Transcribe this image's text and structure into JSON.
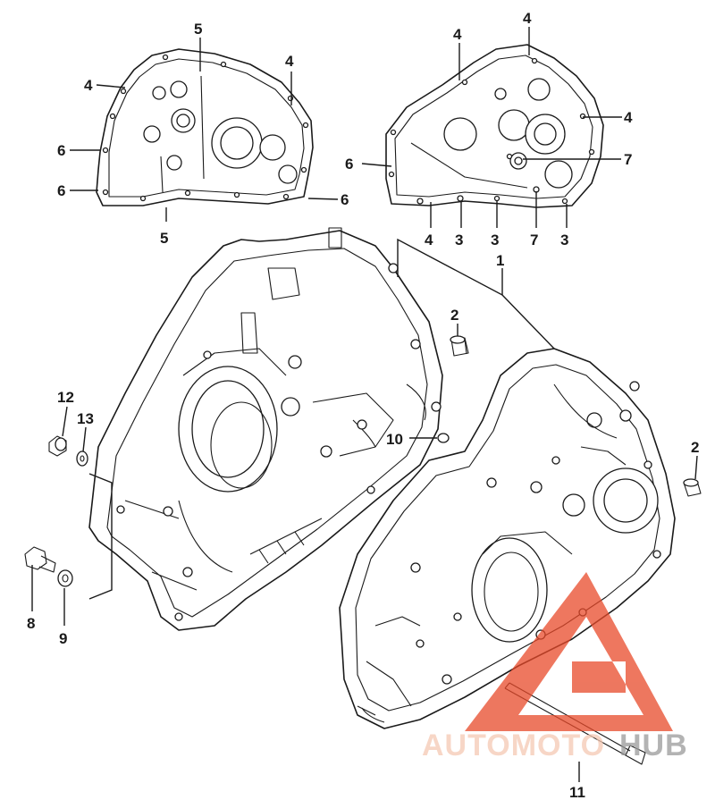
{
  "diagram": {
    "callouts": [
      "1",
      "2",
      "2",
      "3",
      "3",
      "3",
      "4",
      "4",
      "4",
      "4",
      "4",
      "4",
      "5",
      "5",
      "6",
      "6",
      "6",
      "6",
      "7",
      "7",
      "8",
      "9",
      "10",
      "11",
      "12",
      "13"
    ]
  },
  "watermark": {
    "brand_left": "AUTOMOTO",
    "brand_right": "HUB",
    "color_left": "#f5c9b4",
    "color_right": "#9a9a9a",
    "logo_color": "#e84a2a"
  }
}
